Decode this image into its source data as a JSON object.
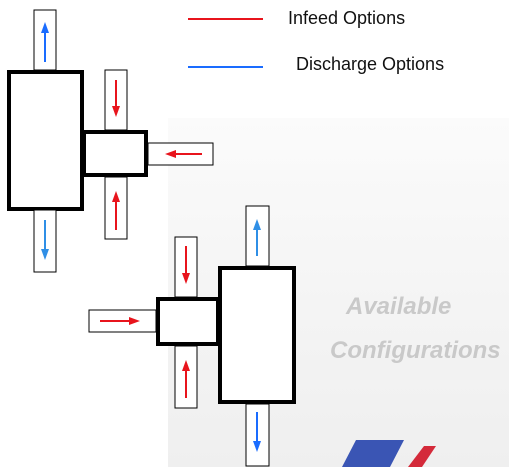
{
  "legend": {
    "infeed_label": "Infeed Options",
    "discharge_label": "Discharge Options"
  },
  "caption": {
    "line1": "Available",
    "line2": "Configurations"
  },
  "colors": {
    "infeed": "#e8141c",
    "discharge": "#1a6cff",
    "discharge_light": "#2f8fe6",
    "outline": "#000000",
    "caption": "#c9c9c9",
    "logo_primary": "#3a55b4",
    "logo_accent": "#d42a3a"
  },
  "icons": {
    "logo": "company-logo-partial"
  }
}
